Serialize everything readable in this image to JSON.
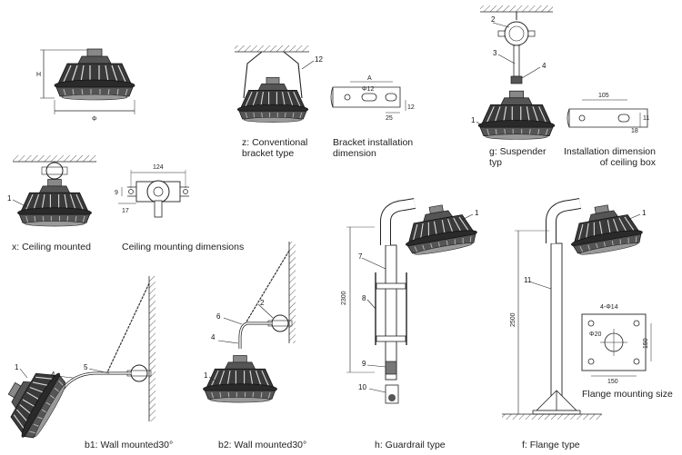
{
  "captions": {
    "conventional": "z: Conventional\nbracket type",
    "bracket_install": "Bracket installation\ndimension",
    "suspender": "g: Suspender\ntyp",
    "ceiling_box": "Installation dimension\nof ceiling box",
    "ceiling_mounted": "x: Ceiling mounted",
    "ceiling_dims": "Ceiling mounting dimensions",
    "wall_b1": "b1: Wall mounted30°",
    "wall_b2": "b2: Wall mounted30°",
    "guardrail": "h: Guardrail type",
    "flange": "f: Flange type",
    "flange_size": "Flange mounting size"
  },
  "dimensions": {
    "H": "H",
    "phi": "Φ",
    "A": "A",
    "phi12": "Φ12",
    "d25": "25",
    "d12": "12",
    "d105": "105",
    "d11": "11",
    "d18": "18",
    "d124": "124",
    "d9": "9",
    "d17": "17",
    "d2300": "2300",
    "d2500": "2500",
    "phi14": "4-Φ14",
    "phi20": "Φ20",
    "d150a": "150",
    "d150b": "150"
  },
  "callouts": {
    "n1": "1",
    "n2": "2",
    "n3": "3",
    "n4": "4",
    "n5": "5",
    "n6": "6",
    "n7": "7",
    "n8": "8",
    "n9": "9",
    "n10": "10",
    "n11": "11",
    "n12": "12"
  }
}
